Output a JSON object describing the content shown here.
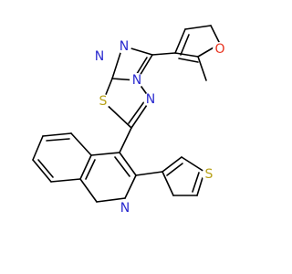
{
  "molecule": {
    "atoms": {
      "n_triazole_top_left": "N",
      "n_triazole_top_right": "N",
      "n_bridge": "N",
      "n_thiadiazole": "N",
      "s_thiadiazole": "S",
      "o_furan": "O",
      "n_quinoline": "N",
      "s_thiophene": "S"
    },
    "colors": {
      "carbon": "#000000",
      "nitrogen": "#2a2acf",
      "sulfur": "#b8a21a",
      "oxygen": "#e8321e"
    }
  }
}
